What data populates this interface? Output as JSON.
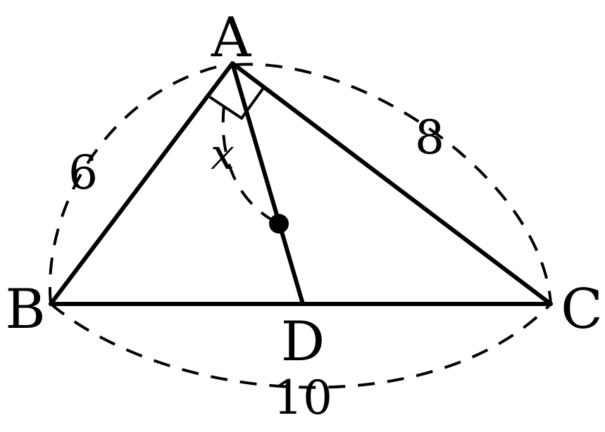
{
  "vertices": {
    "a": "A",
    "b": "B",
    "c": "C",
    "d": "D"
  },
  "lengths": {
    "ab": "6",
    "ac": "8",
    "bc": "10"
  },
  "variable": "x",
  "colors": {
    "stroke": "#000000",
    "background": "#ffffff"
  }
}
